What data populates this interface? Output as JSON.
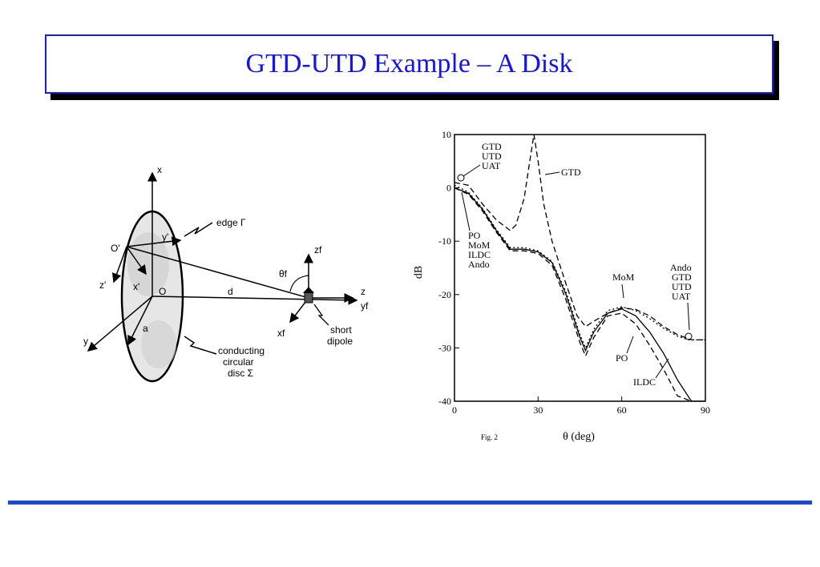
{
  "title": "GTD-UTD Example – A Disk",
  "colors": {
    "title": "#1414e6",
    "title_border": "#1c1cdd",
    "rule": "#1a4ad0"
  },
  "geometry_labels": {
    "x": "x",
    "y_prime": "y'",
    "edge": "edge Γ",
    "o_prime": "O'",
    "z_prime": "z'",
    "x_prime": "x'",
    "o": "O",
    "d": "d",
    "a": "a",
    "y": "y",
    "theta_f": "θf",
    "z_f": "zf",
    "z": "z",
    "y_f": "yf",
    "x_f": "xf",
    "short_dipole": [
      "short",
      "dipole"
    ],
    "conducting_disc": [
      "conducting",
      "circular",
      "disc Σ"
    ]
  },
  "chart_data": {
    "type": "line",
    "xlabel": "θ (deg)",
    "ylabel": "dB",
    "xlim": [
      0,
      90
    ],
    "ylim": [
      -40,
      10
    ],
    "x_ticks": [
      "0",
      "30",
      "60",
      "90"
    ],
    "y_ticks": [
      "10",
      "0",
      "-10",
      "-20",
      "-30",
      "-40"
    ],
    "caption": "Fig. 2",
    "annotations": {
      "top_left": [
        "GTD",
        "UTD",
        "UAT"
      ],
      "gtd": "GTD",
      "left_lower": [
        "PO",
        "MoM",
        "ILDC",
        "Ando"
      ],
      "mom": "MoM",
      "right": [
        "Ando",
        "GTD",
        "UTD",
        "UAT"
      ],
      "po": "PO",
      "ildc": "ILDC"
    },
    "series": [
      {
        "name": "MoM",
        "style": "solid",
        "x": [
          0,
          5,
          10,
          15,
          20,
          25,
          30,
          35,
          40,
          45,
          47,
          50,
          55,
          60,
          65,
          70,
          75,
          80,
          85,
          90
        ],
        "y": [
          0,
          -1,
          -4,
          -8,
          -11.5,
          -11.5,
          -12,
          -14,
          -20,
          -28,
          -30.5,
          -27,
          -23.5,
          -22.7,
          -24,
          -27,
          -31,
          -36,
          -40,
          -40
        ]
      },
      {
        "name": "PO",
        "style": "dashed",
        "x": [
          0,
          5,
          10,
          15,
          20,
          25,
          30,
          35,
          40,
          45,
          47,
          50,
          55,
          60,
          65,
          70,
          75,
          80,
          85
        ],
        "y": [
          0,
          -1.2,
          -4.3,
          -8.3,
          -11.8,
          -11.8,
          -12.3,
          -14.5,
          -21,
          -29,
          -31.5,
          -28,
          -24,
          -23.5,
          -25.5,
          -29.5,
          -34,
          -39,
          -40
        ]
      },
      {
        "name": "GTD",
        "style": "dashed",
        "x": [
          0,
          5,
          10,
          15,
          20,
          22,
          25,
          27,
          28.5,
          30,
          32,
          35,
          40,
          44,
          47,
          50,
          55,
          60,
          65,
          70,
          75,
          80,
          85,
          90
        ],
        "y": [
          1,
          0.5,
          -3,
          -6,
          -8,
          -7,
          -2,
          5,
          10,
          5,
          -3,
          -10,
          -18,
          -24,
          -26,
          -25,
          -23.5,
          -22.5,
          -22.8,
          -24,
          -26,
          -27.5,
          -28.5,
          -28.5
        ]
      },
      {
        "name": "UAT",
        "style": "dotted",
        "x": [
          0,
          5,
          10,
          15,
          20,
          25,
          30,
          35,
          40,
          45,
          47,
          50,
          55,
          60,
          65,
          70,
          75,
          80,
          84,
          90
        ],
        "y": [
          0.5,
          -0.8,
          -3.8,
          -7.8,
          -11.2,
          -11.2,
          -11.8,
          -13.8,
          -19.5,
          -27.5,
          -30,
          -26.5,
          -23,
          -22.3,
          -23,
          -24.5,
          -26.3,
          -27.8,
          -28.5,
          -28.5
        ]
      }
    ]
  }
}
